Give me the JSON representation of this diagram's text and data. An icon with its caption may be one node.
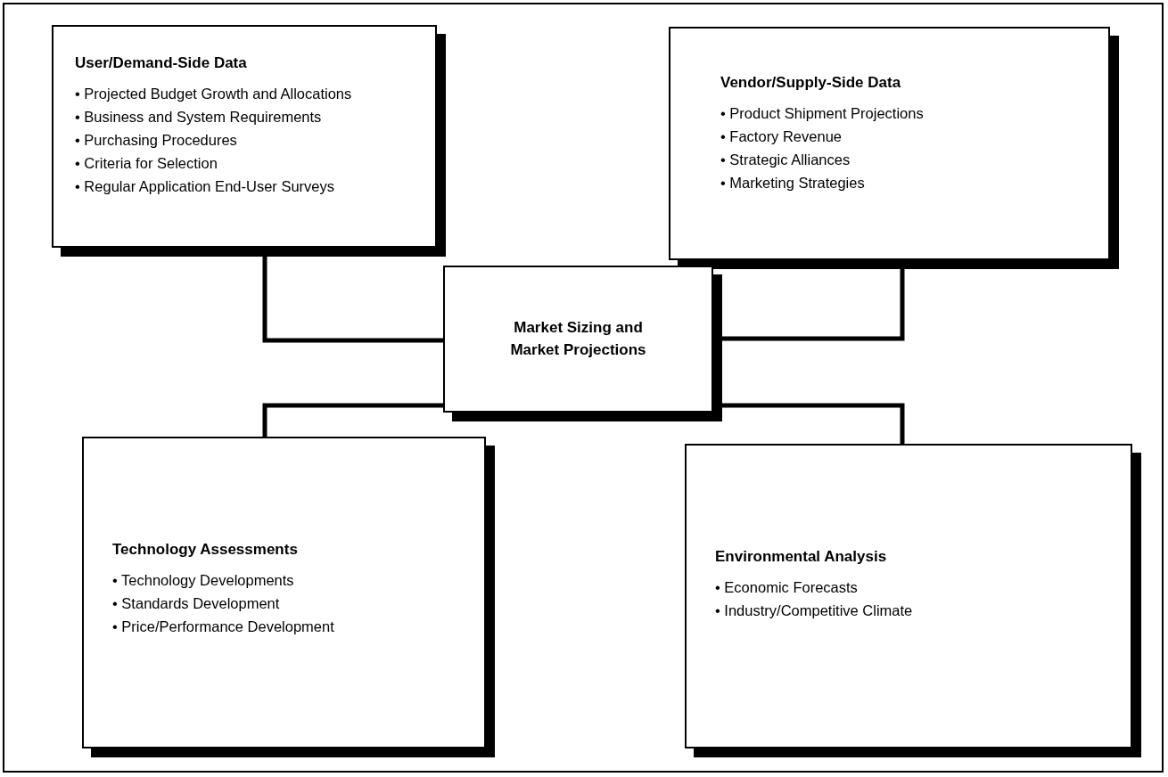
{
  "diagram": {
    "nodes": [
      {
        "text": [
          "User/Demand-Side Data",
          "• Projected Budget Growth and Allocations",
          "• Business and System Requirements",
          "• Purchasing Procedures",
          "• Criteria for Selection",
          "• Regular Application End-User Surveys"
        ]
      },
      {
        "text": [
          "Vendor/Supply-Side Data",
          "• Product Shipment Projections",
          "• Factory Revenue",
          "• Strategic Alliances",
          "• Marketing Strategies"
        ]
      },
      {
        "text": [
          "Market Sizing and Market Projections"
        ]
      },
      {
        "text": [
          "Technology Assessments",
          "• Technology Developments",
          "• Standards Development",
          "• Price/Performance Development"
        ]
      },
      {
        "text": [
          "Environmental Analysis",
          "• Economic Forecasts",
          "• Industry/Competitive Climate"
        ]
      }
    ],
    "edges": [
      {
        "from": 0,
        "to": 2,
        "arrow": "none"
      },
      {
        "from": 1,
        "to": 2,
        "arrow": "none"
      },
      {
        "from": 3,
        "to": 2,
        "arrow": "none"
      },
      {
        "from": 4,
        "to": 2,
        "arrow": "none"
      }
    ]
  }
}
